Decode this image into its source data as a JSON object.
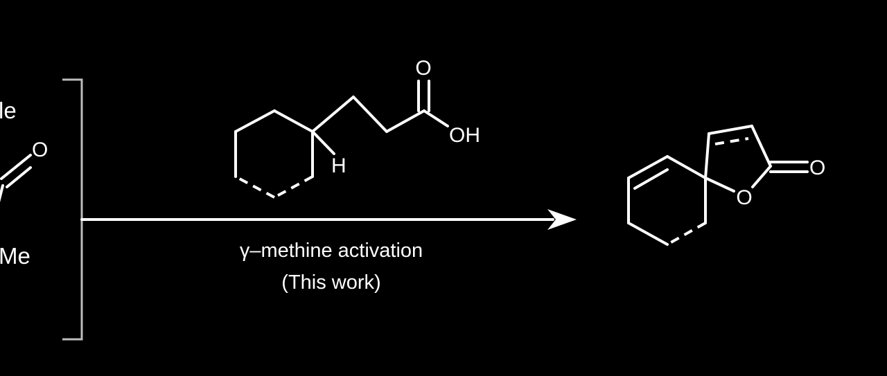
{
  "left_fragment": {
    "label_top": "le",
    "label_o": "O",
    "label_bottom": "Me"
  },
  "reactant": {
    "oxygen": "O",
    "hydroxyl": "OH",
    "hydrogen": "H"
  },
  "arrow": {
    "caption_line1": "γ–methine activation",
    "caption_line2": "(This work)"
  },
  "product": {
    "carbonyl_oxygen": "O",
    "ring_oxygen": "O"
  },
  "colors": {
    "background": "#000000",
    "foreground": "#ffffff",
    "bracket": "#bdbdbd"
  }
}
